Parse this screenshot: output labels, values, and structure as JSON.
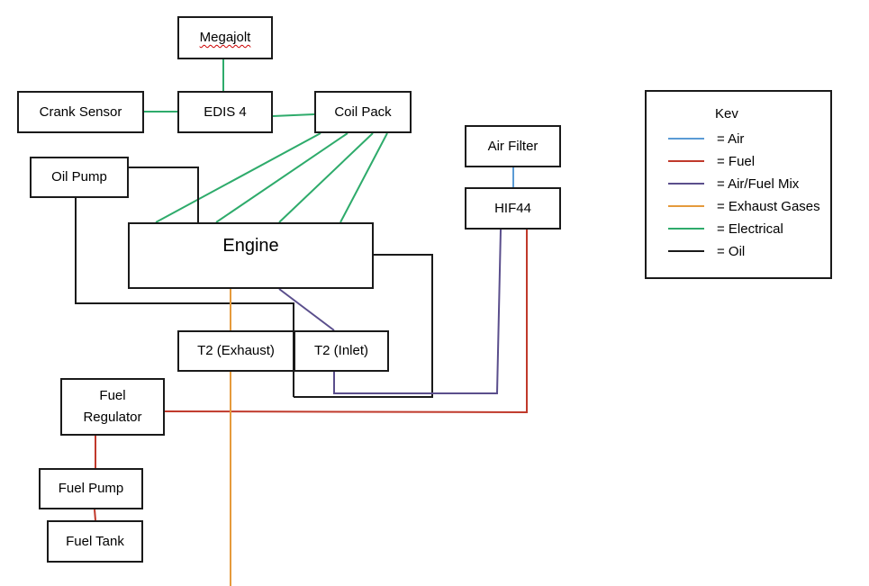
{
  "boxes": {
    "megajolt": "Megajolt",
    "crank_sensor": "Crank Sensor",
    "edis4": "EDIS 4",
    "coil_pack": "Coil Pack",
    "oil_pump": "Oil Pump",
    "engine": "Engine",
    "air_filter": "Air Filter",
    "hif44": "HIF44",
    "t2_exhaust": "T2 (Exhaust)",
    "t2_inlet": "T2 (Inlet)",
    "fuel_regulator": "Fuel Regulator",
    "fuel_pump": "Fuel Pump",
    "fuel_tank": "Fuel Tank"
  },
  "legend": {
    "title": "Kev",
    "items": [
      {
        "label": "= Air",
        "color": "#5b9bd5"
      },
      {
        "label": "= Fuel",
        "color": "#c0392b"
      },
      {
        "label": "= Air/Fuel Mix",
        "color": "#5a4e8c"
      },
      {
        "label": "= Exhaust Gases",
        "color": "#e59a3c"
      },
      {
        "label": "= Electrical",
        "color": "#2eab6b"
      },
      {
        "label": "= Oil",
        "color": "#1a1a1a"
      }
    ]
  },
  "colors": {
    "air": "#5b9bd5",
    "fuel": "#c0392b",
    "mix": "#5a4e8c",
    "exhaust": "#e59a3c",
    "electrical": "#2eab6b",
    "oil": "#1a1a1a"
  }
}
